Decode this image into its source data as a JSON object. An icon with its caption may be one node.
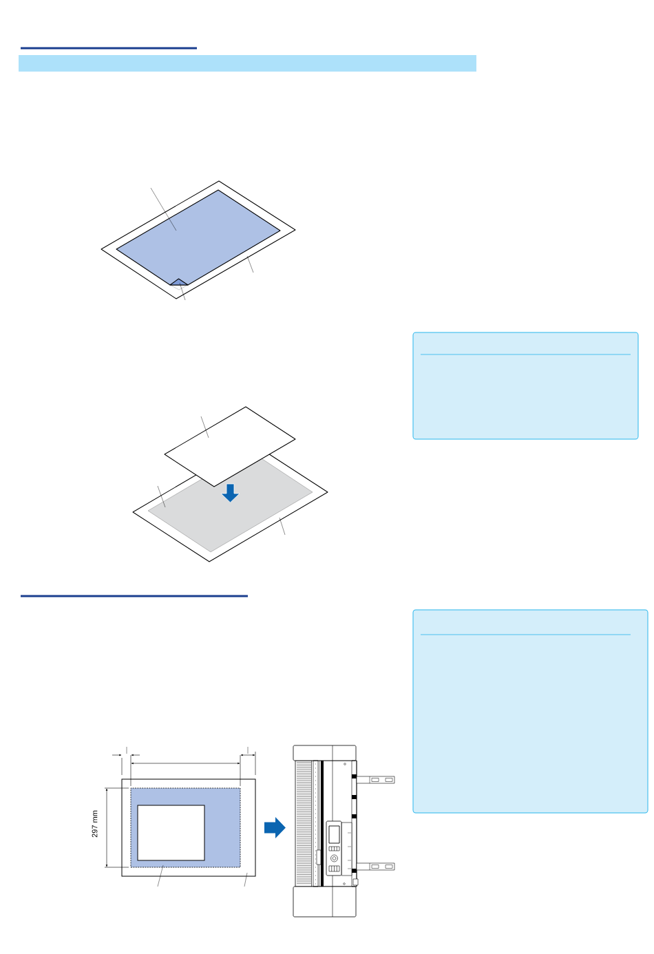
{
  "diagram": {
    "nodes": [
      {
        "text": [],
        "shape": "bar"
      },
      {
        "text": [],
        "shape": "picture"
      },
      {
        "text": [],
        "shape": "picture",
        "in": 1
      },
      {
        "text": [],
        "shape": "picture",
        "in": 2
      },
      {
        "text": [],
        "shape": "box"
      },
      {
        "text": [],
        "shape": "picture"
      },
      {
        "text": [],
        "shape": "picture"
      },
      {
        "text": [],
        "shape": "picture",
        "in": 6
      },
      {
        "text": [],
        "shape": "box"
      },
      {
        "text": [],
        "shape": "box"
      },
      {
        "text": [],
        "shape": "box",
        "in": 9
      },
      {
        "text": [],
        "shape": "box",
        "in": 10
      },
      {
        "text": [],
        "shape": "picture"
      }
    ],
    "edges": [
      {
        "from": 9,
        "to": 12,
        "arrow": "to",
        "style": "thick",
        "color": "#0b65b1"
      },
      {
        "from": null,
        "to": 2,
        "arrow": "none"
      },
      {
        "from": null,
        "to": 1,
        "arrow": "none"
      },
      {
        "from": null,
        "to": 3,
        "arrow": "none"
      },
      {
        "from": null,
        "to": 5,
        "arrow": "none"
      },
      {
        "from": null,
        "to": 7,
        "arrow": "none"
      },
      {
        "from": null,
        "to": 6,
        "arrow": "none"
      },
      {
        "from": null,
        "to": 10,
        "arrow": "none"
      },
      {
        "from": null,
        "to": 9,
        "arrow": "none"
      }
    ],
    "labels": [
      "297 mm"
    ]
  }
}
